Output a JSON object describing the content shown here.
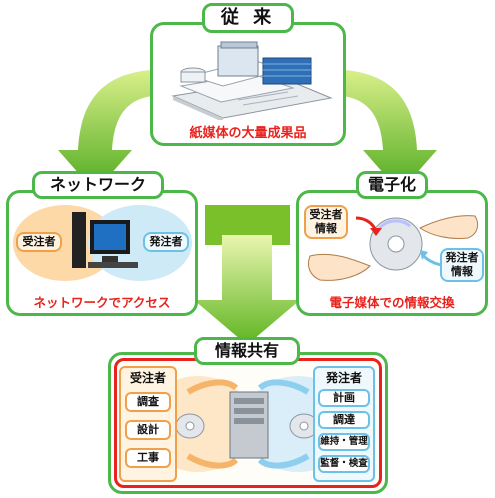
{
  "top": {
    "title": "従 来",
    "caption": "紙媒体の大量成果品"
  },
  "network": {
    "title": "ネットワーク",
    "caption": "ネットワークでアクセス",
    "orderer": "受注者",
    "client": "発注者"
  },
  "digital": {
    "title": "電子化",
    "caption": "電子媒体での情報交換",
    "orderer": "受注者\n情報",
    "client": "発注者\n情報"
  },
  "share": {
    "title": "情報共有",
    "orderer_heading": "受注者",
    "orderer_items": [
      "調査",
      "設計",
      "工事"
    ],
    "client_heading": "発注者",
    "client_items": [
      "計画",
      "調達",
      "維持・管理",
      "監督・検査"
    ]
  },
  "colors": {
    "frame": "#4cb84a",
    "caption": "#e8221c",
    "orange": "#f0a04a",
    "blue": "#6cc1e6",
    "arrow_green": "#7ac02a"
  }
}
